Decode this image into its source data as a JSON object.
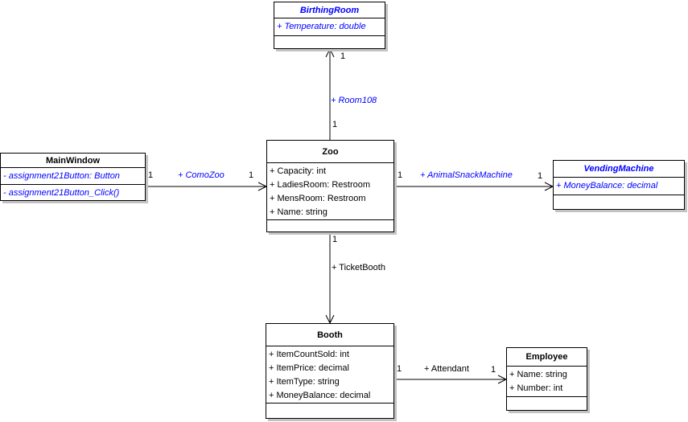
{
  "diagram": {
    "type": "uml-class-diagram",
    "colors": {
      "reference_text_blue": "#0000ff",
      "default_text": "#000000"
    },
    "classes": [
      {
        "name": "BirthingRoom",
        "text_style": "blue-italic",
        "attributes": [
          "+ Temperature: double"
        ],
        "operations": []
      },
      {
        "name": "MainWindow",
        "text_style": "blue-italic-members",
        "attributes": [
          "- assignment21Button: Button"
        ],
        "operations": [
          "- assignment21Button_Click()"
        ]
      },
      {
        "name": "Zoo",
        "text_style": "plain",
        "attributes": [
          "+ Capacity: int",
          "+ LadiesRoom: Restroom",
          "+ MensRoom: Restroom",
          "+ Name: string"
        ],
        "operations": []
      },
      {
        "name": "VendingMachine",
        "text_style": "blue-italic",
        "attributes": [
          "+ MoneyBalance: decimal"
        ],
        "operations": []
      },
      {
        "name": "Booth",
        "text_style": "plain",
        "attributes": [
          "+ ItemCountSold: int",
          "+ ItemPrice: decimal",
          "+ ItemType: string",
          "+ MoneyBalance: decimal"
        ],
        "operations": []
      },
      {
        "name": "Employee",
        "text_style": "plain",
        "attributes": [
          "+ Name: string",
          "+ Number: int"
        ],
        "operations": []
      }
    ],
    "associations": [
      {
        "label": "+ Room108",
        "from": "Zoo",
        "to": "BirthingRoom",
        "from_multiplicity": "1",
        "to_multiplicity": "1",
        "label_style": "blue-italic"
      },
      {
        "label": "+ ComoZoo",
        "from": "MainWindow",
        "to": "Zoo",
        "from_multiplicity": "1",
        "to_multiplicity": "1",
        "label_style": "blue-italic"
      },
      {
        "label": "+ AnimalSnackMachine",
        "from": "Zoo",
        "to": "VendingMachine",
        "from_multiplicity": "1",
        "to_multiplicity": "1",
        "label_style": "blue-italic"
      },
      {
        "label": "+ TicketBooth",
        "from": "Zoo",
        "to": "Booth",
        "from_multiplicity": "1",
        "to_multiplicity": "",
        "label_style": "plain"
      },
      {
        "label": "+ Attendant",
        "from": "Booth",
        "to": "Employee",
        "from_multiplicity": "1",
        "to_multiplicity": "1",
        "label_style": "plain"
      }
    ]
  }
}
